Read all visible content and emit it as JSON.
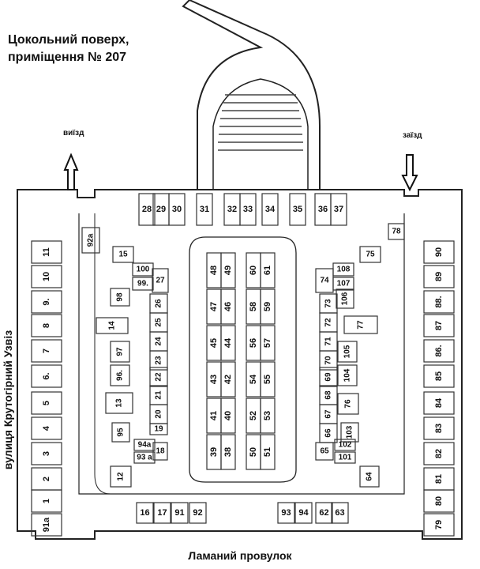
{
  "title": {
    "line1": "Цокольний поверх,",
    "line2": "приміщення № 207"
  },
  "labels": {
    "exit": "виїзд",
    "entry": "заїзд",
    "street_left": "вулиця Крутогірний Узвіз",
    "street_bottom": "Ламаний провулок"
  },
  "icons": {
    "exit_arrow": "arrow-up-icon",
    "entry_arrow": "arrow-down-icon"
  },
  "rooms": {
    "top": [
      "28",
      "29",
      "30",
      "31",
      "32",
      "33",
      "34",
      "35",
      "36",
      "37"
    ],
    "left_outer": [
      "11",
      "10",
      "9.",
      "8",
      "7",
      "6.",
      "5",
      "4",
      "3",
      "2",
      "1",
      "91a"
    ],
    "right_outer": [
      "90",
      "89",
      "88.",
      "87",
      "86.",
      "85",
      "84",
      "83",
      "82",
      "81",
      "80",
      "79"
    ],
    "bottom": [
      "16",
      "17",
      "91",
      "92",
      "93",
      "94",
      "62",
      "63"
    ],
    "misc": [
      "92a",
      "15",
      "100",
      "27",
      "99.",
      "98",
      "26",
      "14",
      "25",
      "97",
      "24",
      "23",
      "96.",
      "22",
      "21",
      "13",
      "20",
      "95",
      "19",
      "94a",
      "18",
      "93 a",
      "12",
      "78",
      "75",
      "108",
      "74",
      "107",
      "106",
      "73",
      "72",
      "77",
      "105",
      "71",
      "70",
      "104",
      "69",
      "68",
      "76",
      "67",
      "66",
      "103",
      "102",
      "65",
      "101",
      "64"
    ],
    "center_left": [
      "48",
      "49",
      "47",
      "46",
      "45",
      "44",
      "43",
      "42",
      "41",
      "40",
      "39",
      "38"
    ],
    "center_right": [
      "61",
      "60",
      "59",
      "58",
      "57",
      "56",
      "55",
      "54",
      "53",
      "52",
      "51",
      "50"
    ]
  }
}
